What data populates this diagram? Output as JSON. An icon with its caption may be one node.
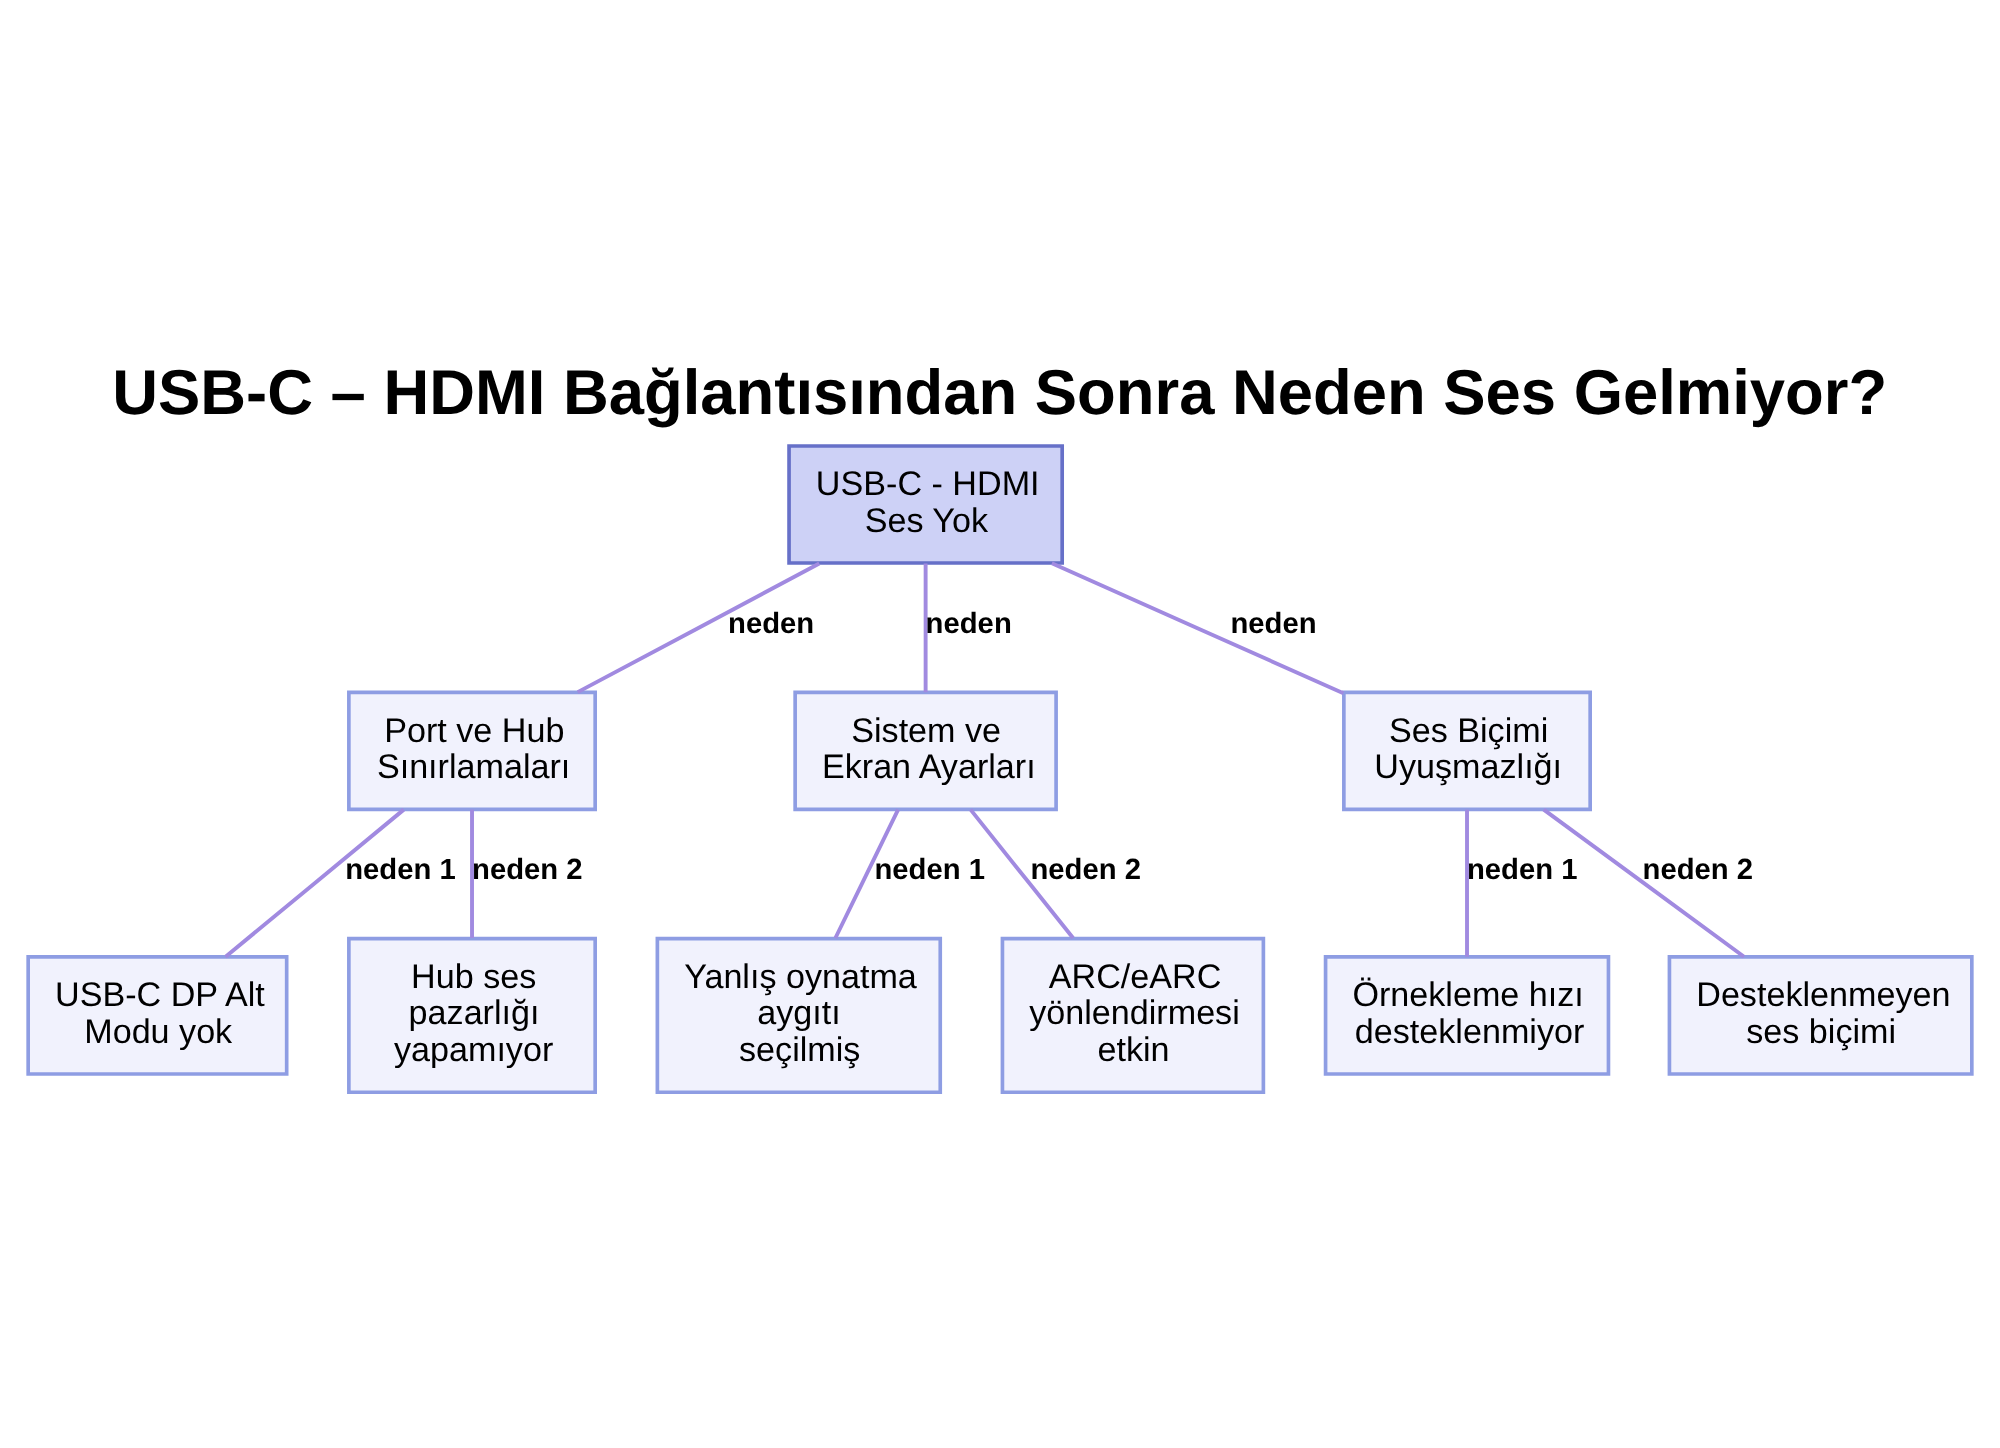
{
  "diagram": {
    "title": "USB-C – HDMI Bağlantısından Sonra Neden Ses Gelmiyor?",
    "nodes": [
      {
        "text": [
          "USB-C - HDMI Ses Yok"
        ]
      },
      {
        "text": [
          "Port ve Hub Sınırlamaları"
        ]
      },
      {
        "text": [
          "Sistem ve Ekran Ayarları"
        ]
      },
      {
        "text": [
          "Ses Biçimi Uyuşmazlığı"
        ]
      },
      {
        "text": [
          "USB-C DP Alt Modu yok"
        ]
      },
      {
        "text": [
          "Hub ses pazarlığı yapamıyor"
        ]
      },
      {
        "text": [
          "Yanlış oynatma aygıtı seçilmiş"
        ]
      },
      {
        "text": [
          "ARC/eARC yönlendirmesi etkin"
        ]
      },
      {
        "text": [
          "Örnekleme hızı desteklenmiyor"
        ]
      },
      {
        "text": [
          "Desteklenmeyen ses biçimi"
        ]
      }
    ],
    "edges": [
      {
        "from": 0,
        "to": 1,
        "arrow": "none",
        "label": "neden"
      },
      {
        "from": 0,
        "to": 2,
        "arrow": "none",
        "label": "neden"
      },
      {
        "from": 0,
        "to": 3,
        "arrow": "none",
        "label": "neden"
      },
      {
        "from": 1,
        "to": 4,
        "arrow": "none",
        "label": "neden 1"
      },
      {
        "from": 1,
        "to": 5,
        "arrow": "none",
        "label": "neden 2"
      },
      {
        "from": 2,
        "to": 6,
        "arrow": "none",
        "label": "neden 1"
      },
      {
        "from": 2,
        "to": 7,
        "arrow": "none",
        "label": "neden 2"
      },
      {
        "from": 3,
        "to": 8,
        "arrow": "none",
        "label": "neden 1"
      },
      {
        "from": 3,
        "to": 9,
        "arrow": "none",
        "label": "neden 2"
      }
    ]
  }
}
